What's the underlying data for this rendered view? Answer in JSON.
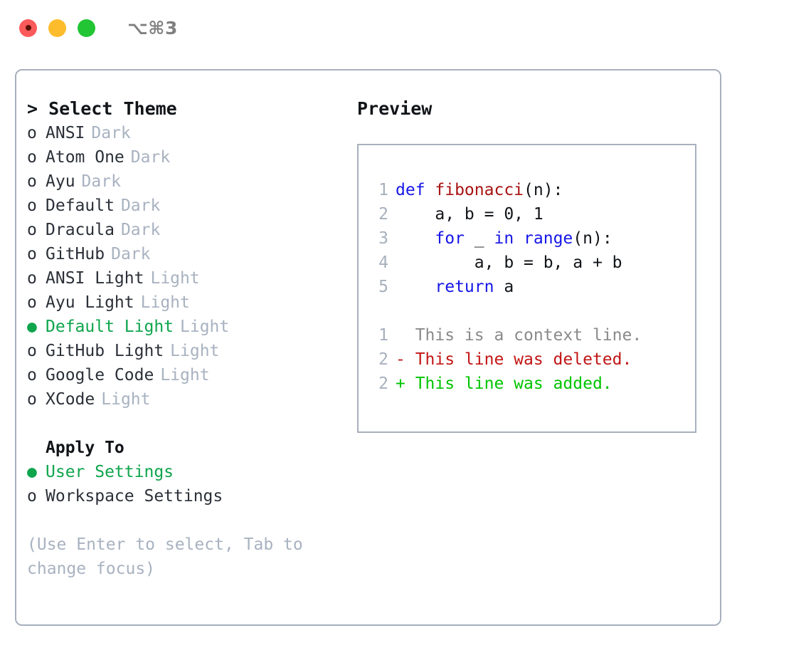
{
  "window": {
    "title": "⌥⌘3",
    "traffic_lights": [
      {
        "name": "close",
        "color": "#fb5a5a"
      },
      {
        "name": "minimize",
        "color": "#fdbc2c"
      },
      {
        "name": "maximize",
        "color": "#22c534"
      }
    ]
  },
  "theme_picker": {
    "header": "> Select Theme",
    "marker_unselected": "o",
    "marker_selected": "●",
    "options": [
      {
        "name": "ANSI",
        "suffix": "Dark",
        "selected": false
      },
      {
        "name": "Atom One",
        "suffix": "Dark",
        "selected": false
      },
      {
        "name": "Ayu",
        "suffix": "Dark",
        "selected": false
      },
      {
        "name": "Default",
        "suffix": "Dark",
        "selected": false
      },
      {
        "name": "Dracula",
        "suffix": "Dark",
        "selected": false
      },
      {
        "name": "GitHub",
        "suffix": "Dark",
        "selected": false
      },
      {
        "name": "ANSI Light",
        "suffix": "Light",
        "selected": false
      },
      {
        "name": "Ayu Light",
        "suffix": "Light",
        "selected": false
      },
      {
        "name": "Default Light",
        "suffix": "Light",
        "selected": true
      },
      {
        "name": "GitHub Light",
        "suffix": "Light",
        "selected": false
      },
      {
        "name": "Google Code",
        "suffix": "Light",
        "selected": false
      },
      {
        "name": "XCode",
        "suffix": "Light",
        "selected": false
      }
    ]
  },
  "apply_to": {
    "label": "Apply To",
    "options": [
      {
        "name": "User Settings",
        "selected": true
      },
      {
        "name": "Workspace Settings",
        "selected": false
      }
    ]
  },
  "hint": "(Use Enter to select, Tab to change focus)",
  "preview": {
    "title": "Preview",
    "code_lines": [
      {
        "num": "1",
        "tokens": [
          {
            "t": "def ",
            "c": "kw"
          },
          {
            "t": "fibonacci",
            "c": "fn"
          },
          {
            "t": "(n):",
            "c": "plain"
          }
        ]
      },
      {
        "num": "2",
        "tokens": [
          {
            "t": "    a, b = 0, 1",
            "c": "plain"
          }
        ]
      },
      {
        "num": "3",
        "tokens": [
          {
            "t": "    ",
            "c": "plain"
          },
          {
            "t": "for",
            "c": "kw"
          },
          {
            "t": " _ ",
            "c": "plain"
          },
          {
            "t": "in",
            "c": "kw"
          },
          {
            "t": " ",
            "c": "plain"
          },
          {
            "t": "range",
            "c": "kw"
          },
          {
            "t": "(n):",
            "c": "plain"
          }
        ]
      },
      {
        "num": "4",
        "tokens": [
          {
            "t": "        a, b = b, a + b",
            "c": "plain"
          }
        ]
      },
      {
        "num": "5",
        "tokens": [
          {
            "t": "    ",
            "c": "plain"
          },
          {
            "t": "return",
            "c": "kw"
          },
          {
            "t": " a",
            "c": "plain"
          }
        ]
      }
    ],
    "diff_lines": [
      {
        "num": "1",
        "text": "  This is a context line.",
        "kind": "ctx"
      },
      {
        "num": "2",
        "text": "- This line was deleted.",
        "kind": "del"
      },
      {
        "num": "2",
        "text": "+ This line was added.",
        "kind": "add"
      }
    ]
  },
  "colors": {
    "accent_green": "#0ea54c",
    "diff_add": "#00c400",
    "diff_del": "#c21616",
    "keyword": "#1616e8",
    "function": "#a81212",
    "muted": "#a8b2c0",
    "border": "#a7b0bd"
  }
}
